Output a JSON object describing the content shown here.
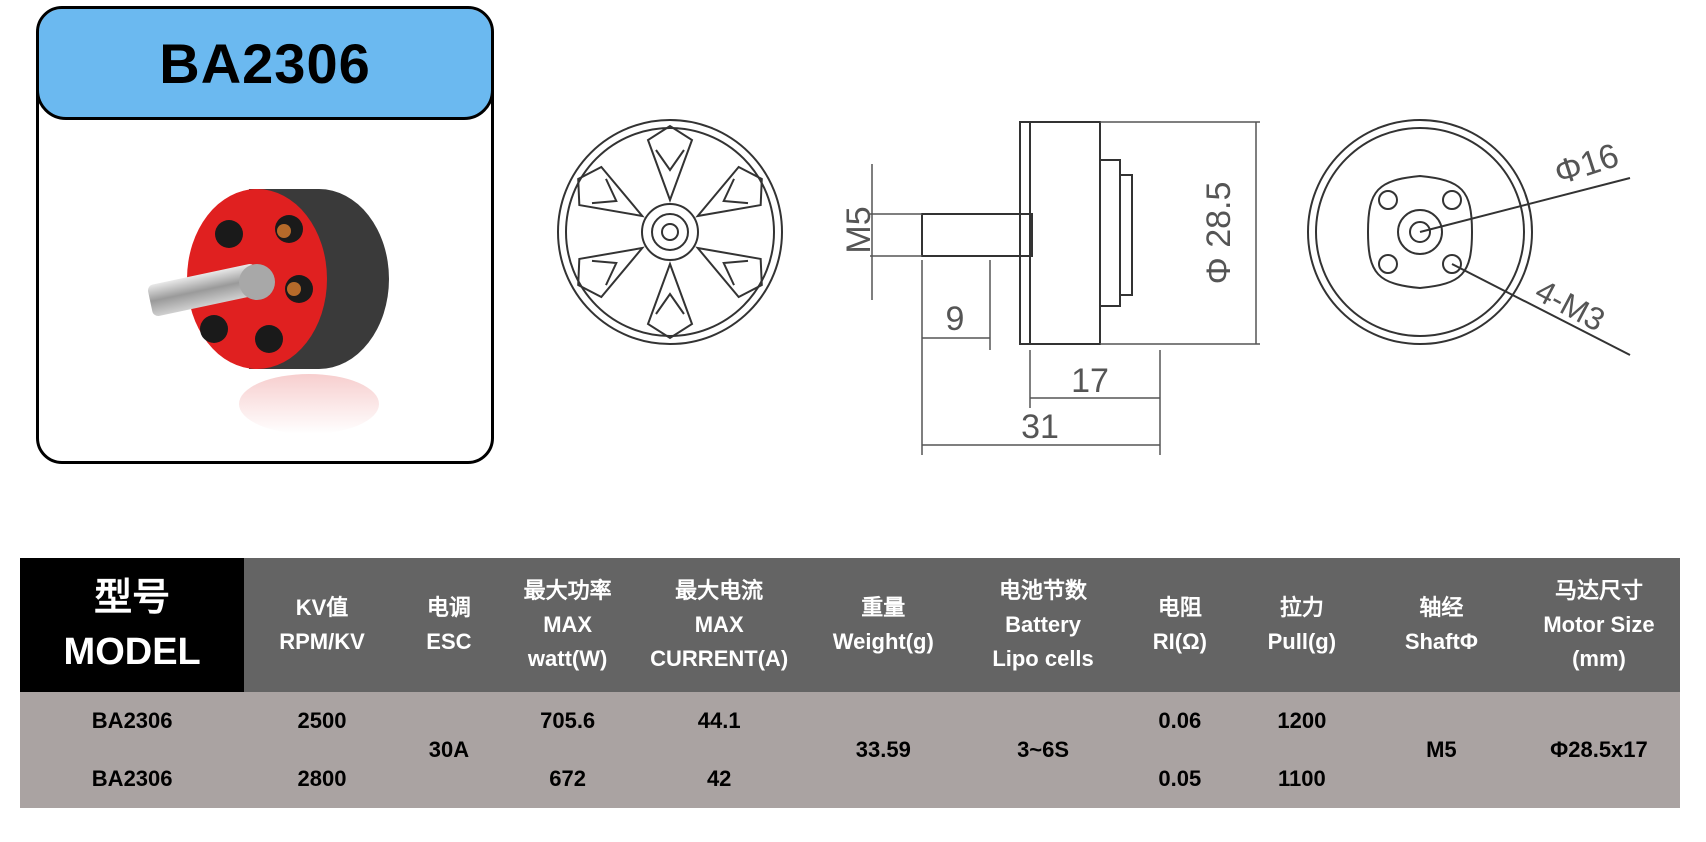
{
  "card": {
    "title": "BA2306"
  },
  "drawing": {
    "dim_shaft": "M5",
    "dim_shaft_len": "9",
    "dim_body_len": "17",
    "dim_total_len": "31",
    "dim_diameter": "Φ 28.5",
    "dim_bolt_circle": "Φ16",
    "dim_mount": "4-M3"
  },
  "table": {
    "headers": {
      "model": [
        "型号",
        "MODEL"
      ],
      "kv": [
        "KV值",
        "RPM/KV"
      ],
      "esc": [
        "电调",
        "ESC"
      ],
      "power": [
        "最大功率",
        "MAX",
        "watt(W)"
      ],
      "current": [
        "最大电流",
        "MAX",
        "CURRENT(A)"
      ],
      "weight": [
        "重量",
        "Weight(g)"
      ],
      "cells": [
        "电池节数",
        "Battery",
        "Lipo cells"
      ],
      "resistance": [
        "电阻",
        "RI(Ω)"
      ],
      "pull": [
        "拉力",
        "Pull(g)"
      ],
      "shaft": [
        "轴经",
        "ShaftΦ"
      ],
      "size": [
        "马达尺寸",
        "Motor Size",
        "(mm)"
      ]
    },
    "rows": [
      {
        "model": "BA2306",
        "kv": "2500",
        "power": "705.6",
        "current": "44.1",
        "resistance": "0.06",
        "pull": "1200"
      },
      {
        "model": "BA2306",
        "kv": "2800",
        "power": "672",
        "current": "42",
        "resistance": "0.05",
        "pull": "1100"
      }
    ],
    "shared": {
      "esc": "30A",
      "weight": "33.59",
      "cells": "3~6S",
      "shaft": "M5",
      "size": "Φ28.5x17"
    }
  },
  "colors": {
    "header_bg": "#646464",
    "model_header_bg": "#000000",
    "row_bg": "#aaa3a2",
    "card_head": "#6bb9f0",
    "motor_red": "#e02020"
  }
}
